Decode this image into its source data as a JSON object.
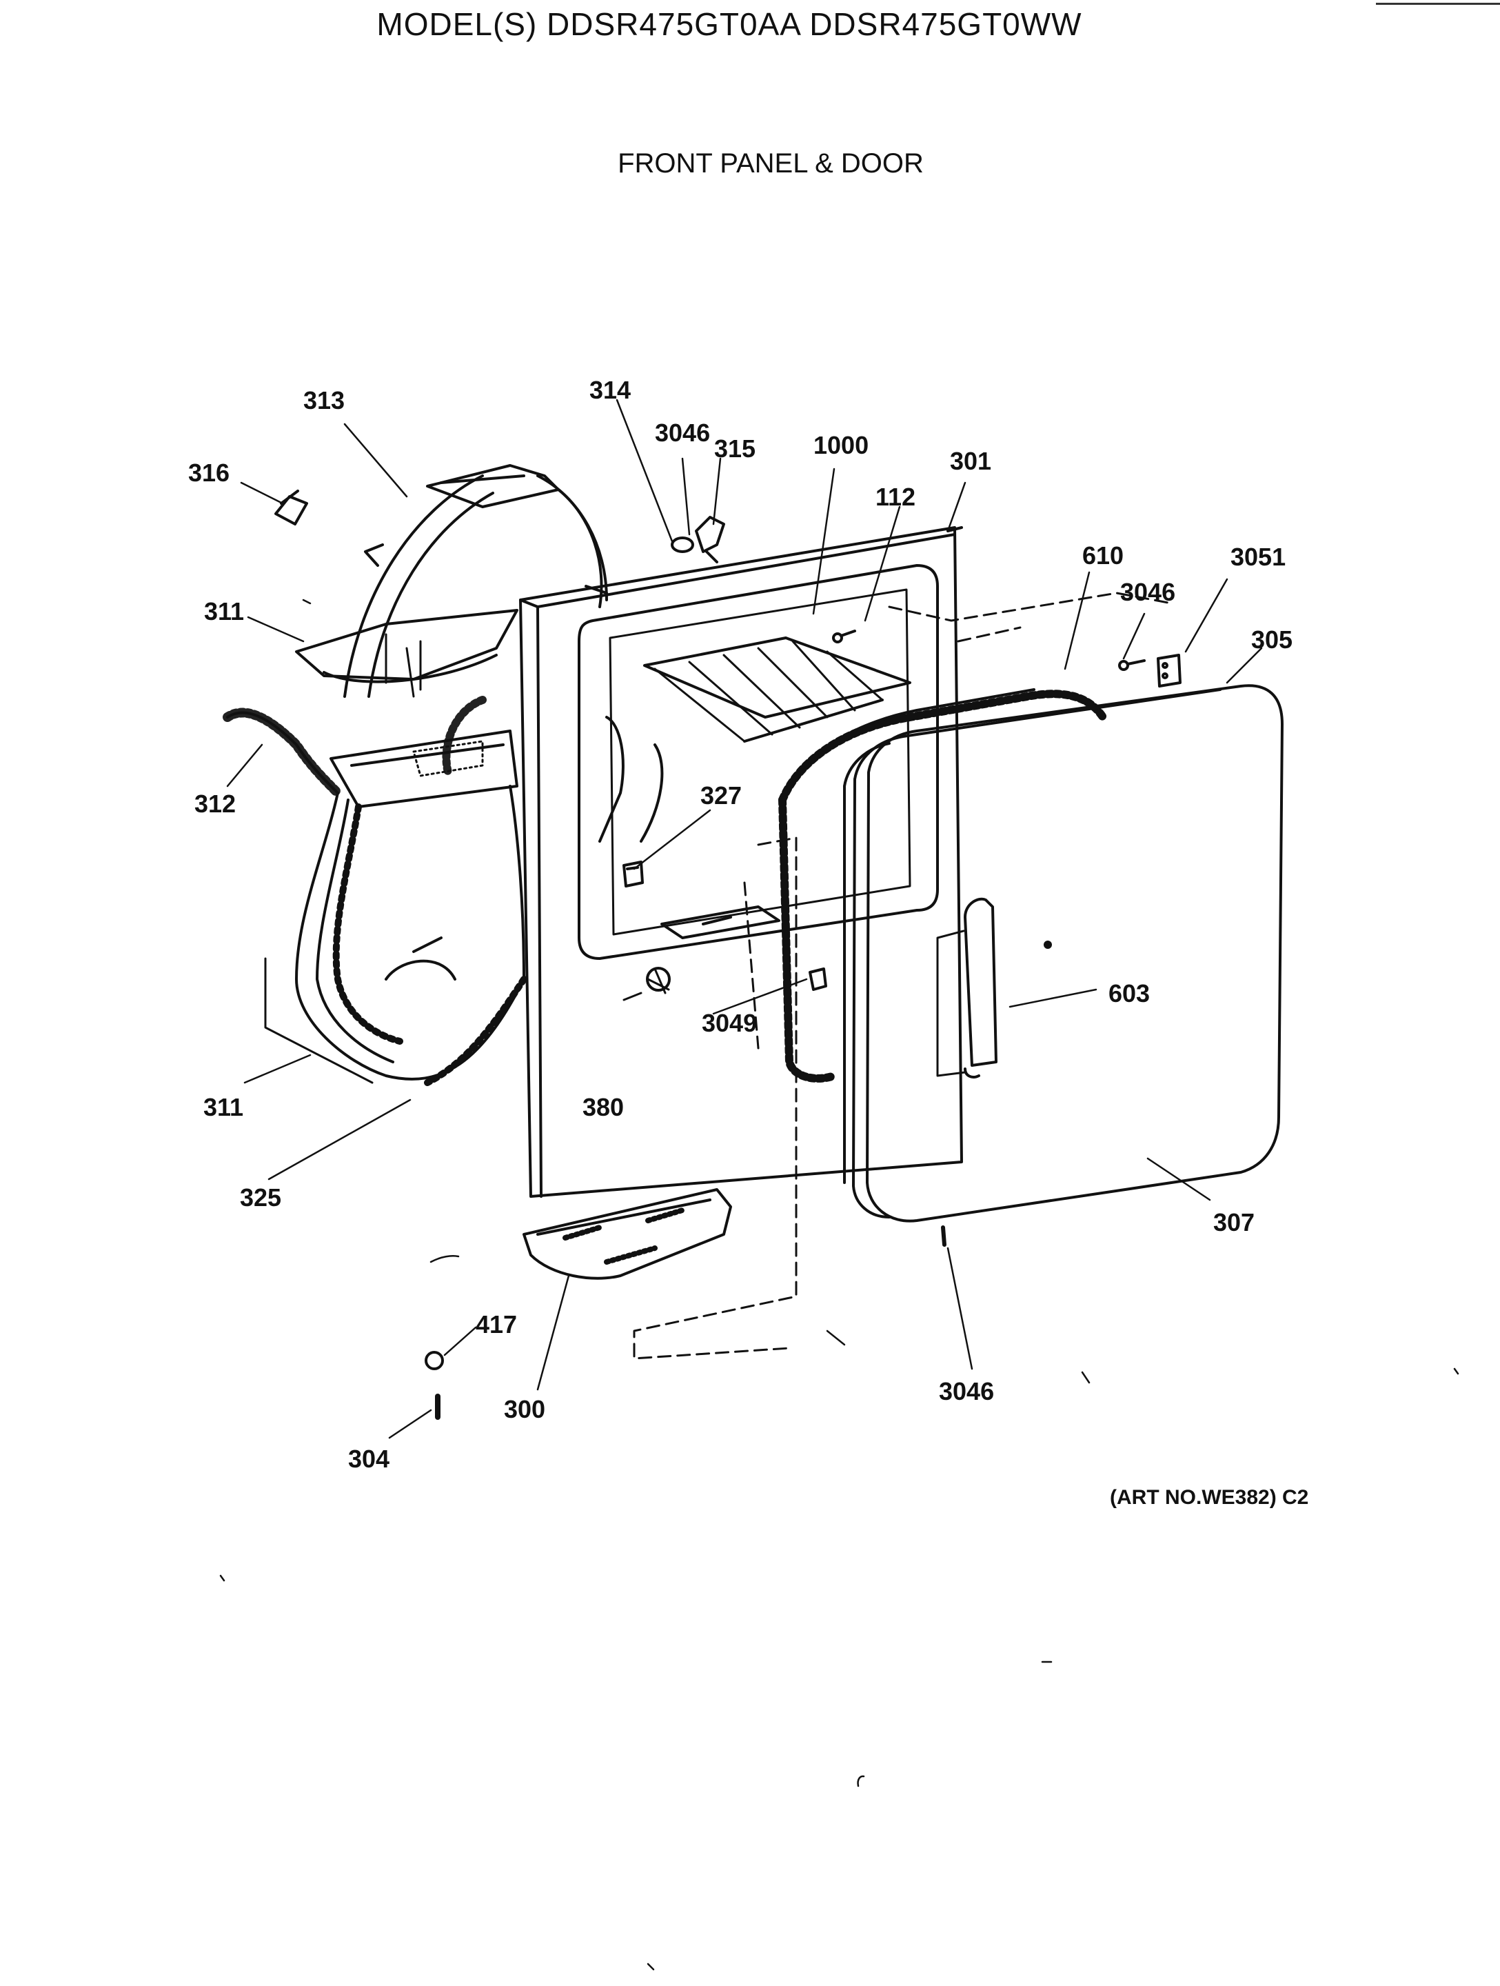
{
  "header": {
    "model_title": "MODEL(S) DDSR475GT0AA  DDSR475GT0WW",
    "section_title": "FRONT PANEL & DOOR"
  },
  "callouts": {
    "c313": "313",
    "c314": "314",
    "c3046_top": "3046",
    "c315": "315",
    "c1000": "1000",
    "c301": "301",
    "c316": "316",
    "c112": "112",
    "c610": "610",
    "c3051": "3051",
    "c3046_right": "3046",
    "c311_top": "311",
    "c305": "305",
    "c312": "312",
    "c327": "327",
    "c603": "603",
    "c3049": "3049",
    "c311_bottom": "311",
    "c380": "380",
    "c325": "325",
    "c307": "307",
    "c417": "417",
    "c300": "300",
    "c3046_bottom": "3046",
    "c304": "304"
  },
  "footer": {
    "art_number": "(ART NO.WE382) C2"
  }
}
